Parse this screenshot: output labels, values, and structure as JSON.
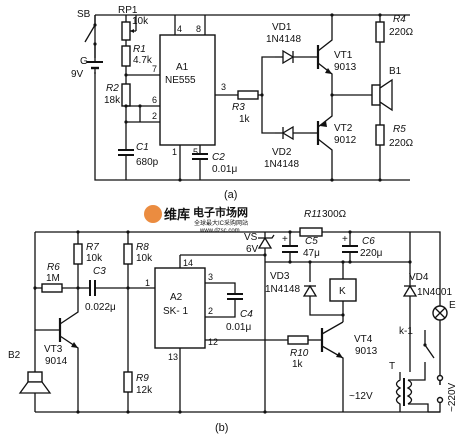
{
  "diagram": {
    "a": {
      "caption": "(a)",
      "battery": {
        "ref": "G",
        "value": "9V"
      },
      "switch": "SB",
      "pot": {
        "ref": "RP1",
        "value": "10k"
      },
      "r1": {
        "ref": "R1",
        "value": "4.7k"
      },
      "r2": {
        "ref": "R2",
        "value": "18k"
      },
      "c1": {
        "ref": "C1",
        "value": "680p"
      },
      "ic": {
        "ref": "A1",
        "part": "NE555"
      },
      "pins": {
        "p4": "4",
        "p8": "8",
        "p7": "7",
        "p6": "6",
        "p2": "2",
        "p1": "1",
        "p5": "5",
        "p3": "3"
      },
      "c2": {
        "ref": "C2",
        "value": "0.01μ"
      },
      "r3": {
        "ref": "R3",
        "value": "1k"
      },
      "vd1": {
        "ref": "VD1",
        "part": "1N4148"
      },
      "vd2": {
        "ref": "VD2",
        "part": "1N4148"
      },
      "vt1": {
        "ref": "VT1",
        "part": "9013"
      },
      "vt2": {
        "ref": "VT2",
        "part": "9012"
      },
      "r4": {
        "ref": "R4",
        "value": "220Ω"
      },
      "r5": {
        "ref": "R5",
        "value": "220Ω"
      },
      "b1": "B1"
    },
    "b": {
      "caption": "(b)",
      "r6": {
        "ref": "R6",
        "value": "1M"
      },
      "c3": {
        "ref": "C3",
        "value": "0.022μ"
      },
      "r7": {
        "ref": "R7",
        "value": "10k"
      },
      "r8": {
        "ref": "R8",
        "value": "10k"
      },
      "r9": {
        "ref": "R9",
        "value": "12k"
      },
      "vt3": {
        "ref": "VT3",
        "part": "9014"
      },
      "b2": "B2",
      "ic": {
        "ref": "A2",
        "part": "SK- 1"
      },
      "pins": {
        "p1": "1",
        "p14": "14",
        "p3": "3",
        "p2": "2",
        "p13": "13",
        "p12": "12"
      },
      "c4": {
        "ref": "C4",
        "value": "0.01μ"
      },
      "r11": {
        "ref": "R11",
        "value": "300Ω"
      },
      "vs": {
        "ref": "VS",
        "value": "6V"
      },
      "c5": {
        "ref": "C5",
        "value": "47μ"
      },
      "c6": {
        "ref": "C6",
        "value": "220μ"
      },
      "vd3": {
        "ref": "VD3",
        "part": "1N4148"
      },
      "relay": "K",
      "vd4": {
        "ref": "VD4",
        "part": "1N4001"
      },
      "contact": "k-1",
      "lamp": "E",
      "r10": {
        "ref": "R10",
        "value": "1k"
      },
      "vt4": {
        "ref": "VT4",
        "part": "9013"
      },
      "transformer": "T",
      "sec_voltage": "~12V",
      "mains": "~220V"
    }
  },
  "watermark": {
    "brand": "维库",
    "site": "电子市场网",
    "slogan": "全球最大IC采购网站",
    "url": "www.dzsc.com"
  }
}
